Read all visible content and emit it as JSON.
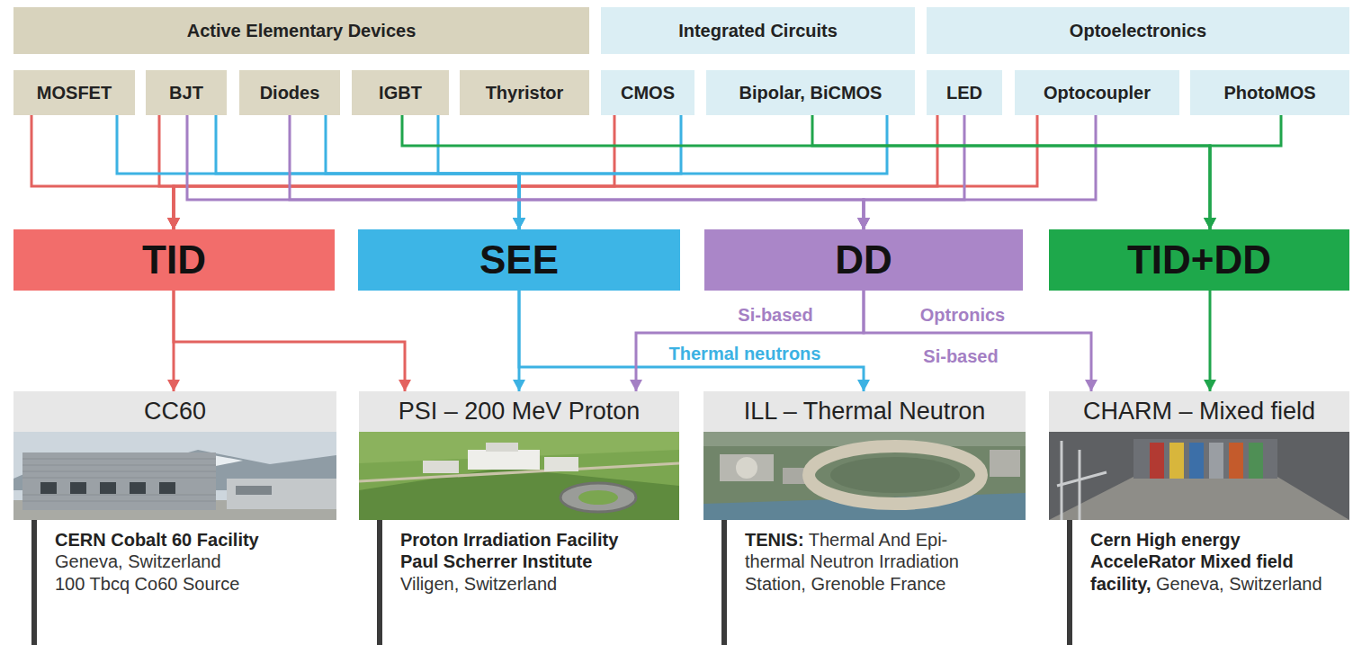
{
  "diagram": {
    "nodes": [
      {
        "text": [
          "Active Elementary Devices"
        ]
      },
      {
        "text": [
          "Integrated Circuits"
        ]
      },
      {
        "text": [
          "Optoelectronics"
        ]
      },
      {
        "text": [
          "MOSFET"
        ]
      },
      {
        "text": [
          "BJT"
        ]
      },
      {
        "text": [
          "Diodes"
        ]
      },
      {
        "text": [
          "IGBT"
        ]
      },
      {
        "text": [
          "Thyristor"
        ]
      },
      {
        "text": [
          "CMOS"
        ]
      },
      {
        "text": [
          "Bipolar, BiCMOS"
        ]
      },
      {
        "text": [
          "LED"
        ]
      },
      {
        "text": [
          "Optocoupler"
        ]
      },
      {
        "text": [
          "PhotoMOS"
        ]
      },
      {
        "text": [
          "TID"
        ]
      },
      {
        "text": [
          "SEE"
        ]
      },
      {
        "text": [
          "DD"
        ]
      },
      {
        "text": [
          "TID+DD"
        ]
      },
      {
        "text": [
          "CC60",
          "CERN Cobalt 60 Facility",
          "Geneva, Switzerland",
          "100 Tbcq Co60 Source"
        ]
      },
      {
        "text": [
          "PSI – 200 MeV Proton",
          "Proton Irradiation Facility Paul Scherrer Institute",
          "Viligen, Switzerland"
        ]
      },
      {
        "text": [
          "ILL – Thermal Neutron",
          "TENIS:",
          "Thermal And Epi-thermal Neutron Irradiation Station, Grenoble France"
        ]
      },
      {
        "text": [
          "CHARM – Mixed field",
          "Cern High energy AcceleRator Mixed field facility,",
          "Geneva, Switzerland"
        ]
      }
    ],
    "edges": [
      {
        "from": 3,
        "to": 13,
        "arrow": "to"
      },
      {
        "from": 4,
        "to": 13,
        "arrow": "to"
      },
      {
        "from": 8,
        "to": 13,
        "arrow": "to"
      },
      {
        "from": 10,
        "to": 13,
        "arrow": "to"
      },
      {
        "from": 11,
        "to": 13,
        "arrow": "to"
      },
      {
        "from": 3,
        "to": 14,
        "arrow": "to"
      },
      {
        "from": 4,
        "to": 14,
        "arrow": "to"
      },
      {
        "from": 5,
        "to": 14,
        "arrow": "to"
      },
      {
        "from": 6,
        "to": 14,
        "arrow": "to"
      },
      {
        "from": 8,
        "to": 14,
        "arrow": "to"
      },
      {
        "from": 9,
        "to": 14,
        "arrow": "to"
      },
      {
        "from": 4,
        "to": 15,
        "arrow": "to"
      },
      {
        "from": 5,
        "to": 15,
        "arrow": "to"
      },
      {
        "from": 10,
        "to": 15,
        "arrow": "to"
      },
      {
        "from": 11,
        "to": 15,
        "arrow": "to"
      },
      {
        "from": 6,
        "to": 16,
        "arrow": "to"
      },
      {
        "from": 9,
        "to": 16,
        "arrow": "to"
      },
      {
        "from": 12,
        "to": 16,
        "arrow": "to"
      },
      {
        "from": 13,
        "to": 17,
        "arrow": "to"
      },
      {
        "from": 13,
        "to": 18,
        "arrow": "to"
      },
      {
        "from": 14,
        "to": 18,
        "arrow": "to"
      },
      {
        "from": 14,
        "to": 19,
        "label": "Thermal neutrons",
        "arrow": "to"
      },
      {
        "from": 15,
        "to": 18,
        "label": "Si-based",
        "arrow": "to"
      },
      {
        "from": 15,
        "to": 20,
        "label": "Optronics",
        "arrow": "to"
      },
      {
        "from": 16,
        "to": 20,
        "arrow": "to"
      }
    ],
    "labels": [
      "Si-based"
    ]
  }
}
